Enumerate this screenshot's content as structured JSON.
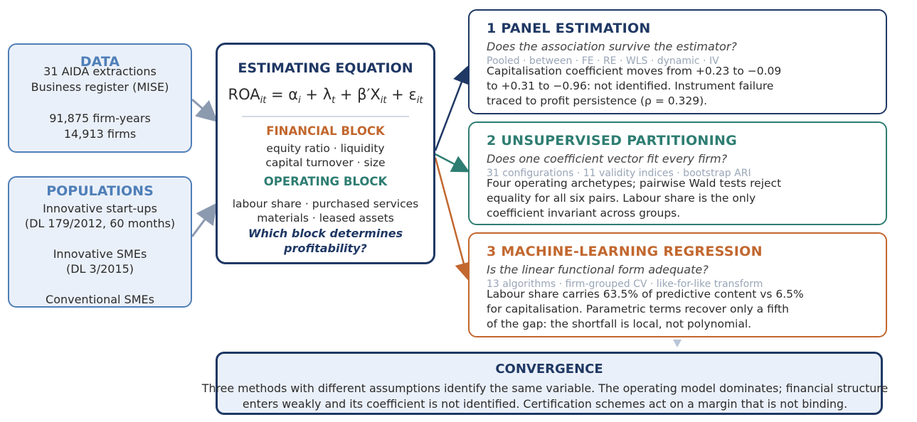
{
  "data_box": {
    "title": "DATA",
    "lines": [
      "31 AIDA extractions",
      "Business register (MISE)",
      "",
      "91,875 firm-years",
      "14,913 firms"
    ]
  },
  "populations_box": {
    "title": "POPULATIONS",
    "lines": [
      "Innovative start-ups",
      "(DL 179/2012, 60 months)",
      "",
      "Innovative SMEs",
      "(DL 3/2015)",
      "",
      "Conventional SMEs"
    ]
  },
  "equation_box": {
    "title": "ESTIMATING EQUATION",
    "financial_title": "FINANCIAL BLOCK",
    "financial_lines": [
      "equity ratio · liquidity",
      "capital turnover · size"
    ],
    "operating_title": "OPERATING BLOCK",
    "operating_lines": [
      "labour share · purchased services",
      "materials · leased assets"
    ],
    "question_lines": [
      "Which block determines",
      "profitability?"
    ]
  },
  "methods": [
    {
      "title": "1  PANEL ESTIMATION",
      "question": "Does the association survive the estimator?",
      "meta": "Pooled · between · FE · RE · WLS · dynamic · IV",
      "body_lines": [
        "Capitalisation coefficient moves from +0.23 to −0.09",
        "to +0.31 to −0.96: not identified. Instrument failure",
        "traced to profit persistence (ρ = 0.329)."
      ]
    },
    {
      "title": "2  UNSUPERVISED PARTITIONING",
      "question": "Does one coefficient vector fit every firm?",
      "meta": "31 configurations · 11 validity indices · bootstrap ARI",
      "body_lines": [
        "Four operating archetypes; pairwise Wald tests reject",
        "equality for all six pairs. Labour share is the only",
        "coefficient invariant across groups."
      ]
    },
    {
      "title": "3  MACHINE-LEARNING REGRESSION",
      "question": "Is the linear functional form adequate?",
      "meta": "13 algorithms · firm-grouped CV · like-for-like transform",
      "body_lines": [
        "Labour share carries 63.5% of predictive content vs 6.5%",
        "for capitalisation. Parametric terms recover only a fifth",
        "of the gap: the shortfall is local, not polynomial."
      ]
    }
  ],
  "convergence_box": {
    "title": "CONVERGENCE",
    "lines": [
      "Three methods with different assumptions identify the same variable. The operating model dominates; financial structure",
      "enters weakly and its coefficient is not identified. Certification schemes act on a margin that is not binding."
    ]
  },
  "colors": {
    "navy": "#1f3864",
    "blue": "#4f7fb8",
    "teal": "#2e7d72",
    "orange": "#c2672f",
    "light_fill": "#eaf0f9",
    "gray_arrow": "#8c9ab0",
    "meta_gray": "#9aa6b8"
  }
}
